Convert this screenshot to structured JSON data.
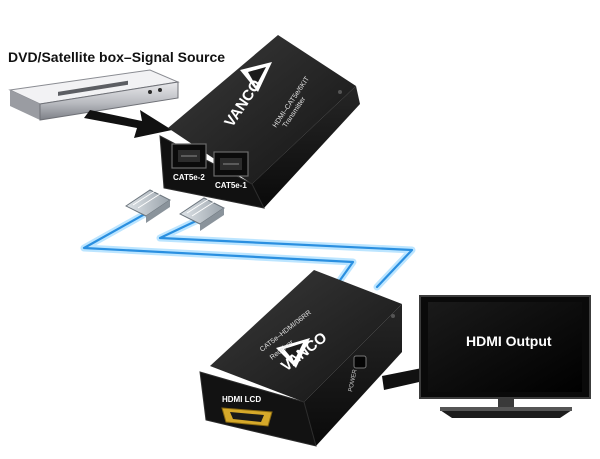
{
  "source": {
    "label": "DVD/Satellite box–Signal Source"
  },
  "transmitter": {
    "brand": "VANCO",
    "model": "HDMI–CAT5e/6KIT",
    "role": "Transmitter",
    "port_left": "CAT5e-2",
    "port_right": "CAT5e-1"
  },
  "receiver": {
    "brand": "VANCO",
    "model": "CAT5e–HDMI/06RR",
    "role": "Receiver",
    "output_port": "HDMI LCD",
    "side_port": "POWER"
  },
  "display": {
    "label": "HDMI Output"
  },
  "colors": {
    "cable_glow": "#8fd3ff",
    "cable_core": "#2a8fe0",
    "device_body": "#1c1c1c",
    "arrow": "#111111"
  }
}
